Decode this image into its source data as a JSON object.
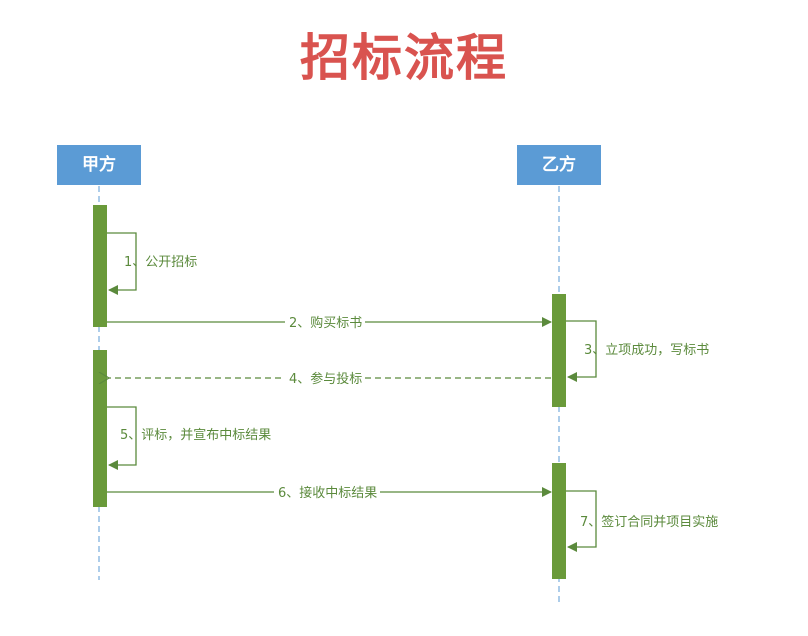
{
  "title": "招标流程",
  "actors": [
    {
      "name": "甲方"
    },
    {
      "name": "乙方"
    }
  ],
  "messages": [
    {
      "label": "1、公开招标",
      "type": "self",
      "from": "甲方"
    },
    {
      "label": "2、购买标书",
      "type": "solid",
      "from": "甲方",
      "to": "乙方"
    },
    {
      "label": "3、立项成功，写标书",
      "type": "self",
      "from": "乙方"
    },
    {
      "label": "4、参与投标",
      "type": "dashed",
      "from": "乙方",
      "to": "甲方"
    },
    {
      "label": "5、评标，并宣布中标结果",
      "type": "self",
      "from": "甲方"
    },
    {
      "label": "6、接收中标结果",
      "type": "solid",
      "from": "甲方",
      "to": "乙方"
    },
    {
      "label": "7、签订合同并项目实施",
      "type": "self",
      "from": "乙方"
    }
  ],
  "colors": {
    "title": "#d9534f",
    "actor": "#5b9bd5",
    "activation": "#6a9a3a",
    "arrow": "#5b8a3c",
    "lifeline": "#5b9bd5"
  }
}
